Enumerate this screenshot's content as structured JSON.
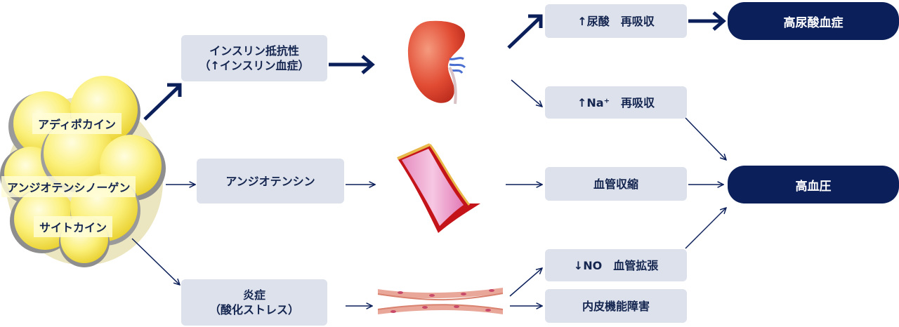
{
  "adipose": {
    "labels": [
      "アディポカイン",
      "アンジオテンシノーゲン",
      "サイトカイン"
    ]
  },
  "middle": {
    "insulin_resistance": [
      "インスリン抵抗性",
      "（↑インスリン血症）"
    ],
    "angiotensin": "アンジオテンシン",
    "inflammation": [
      "炎症",
      "（酸化ストレス）"
    ]
  },
  "right": {
    "uric_acid_reabsorption": "↑尿酸　再吸収",
    "na_reabsorption": "↑Na⁺　再吸収",
    "vasoconstriction": "血管収縮",
    "no_vasodilation": "↓NO　血管拡張",
    "endothelial_dysfunction": "内皮機能障害"
  },
  "outcomes": {
    "hyperuricemia": "高尿酸血症",
    "hypertension": "高血圧"
  },
  "colors": {
    "box": "#dde1ec",
    "navy": "#0b1f5a",
    "text": "#14254f",
    "fat": "#f7ea62"
  }
}
